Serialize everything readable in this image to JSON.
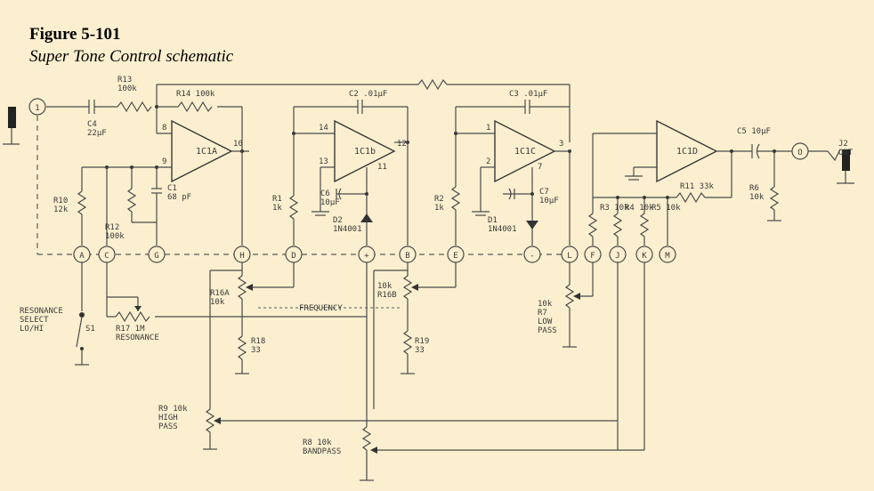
{
  "figure": {
    "number": "Figure 5-101",
    "title": "Super Tone Control schematic"
  },
  "opamps": [
    "1C1A",
    "1C1b",
    "1C1C",
    "1C1D"
  ],
  "pins": [
    "1",
    "2",
    "3",
    "7",
    "8",
    "9",
    "10",
    "11",
    "12",
    "13",
    "14"
  ],
  "components": {
    "r13": "R13\n100k",
    "r14": "R14 100k",
    "c4": "C4\n22µF",
    "r10": "R10\n12k",
    "r12": "R12\n100k",
    "c1": "C1\n68 pF",
    "c2": "C2 .01µF",
    "c3": "C3 .01µF",
    "r1": "R1\n1k",
    "r2": "R2\n1k",
    "c6": "C6\n10µF",
    "d2": "D2\n1N4001",
    "c7": "C7\n10µF",
    "d1": "D1\n1N4001",
    "r3": "R3 10k",
    "r4": "R4 10k",
    "r5": "R5 10k",
    "r11": "R11 33k",
    "c5": "C5 10µF",
    "r6": "R6\n10k",
    "j2": "J2\nOUT",
    "r16a": "R16A\n10k",
    "r16b": "10k\nR16B",
    "r17": "R17 1M\nRESONANCE",
    "r18": "R18\n33",
    "r19": "R19\n33",
    "r7": "10k\nR7\nLOW\nPASS",
    "r9": "R9 10k\nHIGH\nPASS",
    "r8": "R8 10k\nBANDPASS",
    "s1": "S1",
    "resonance_select": "RESONANCE\nSELECT\nLO/HI",
    "frequency": "FREQUENCY"
  },
  "nodes": [
    "1",
    "A",
    "C",
    "G",
    "H",
    "D",
    "+",
    "B",
    "E",
    "-",
    "L",
    "F",
    "J",
    "K",
    "M",
    "O"
  ]
}
